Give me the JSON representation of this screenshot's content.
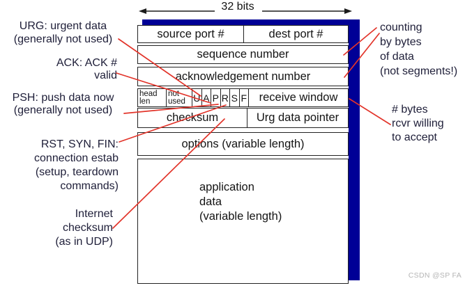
{
  "title_bits": "32 bits",
  "colors": {
    "shadow": "#000096",
    "connector": "#e2342a",
    "border": "#222222",
    "note-text": "#20203a",
    "watermark": "#b5b5b5"
  },
  "table": {
    "source_port": "source port #",
    "dest_port": "dest port #",
    "sequence": "sequence number",
    "acknowledgement": "acknowledgement number",
    "head_len_lines": [
      "head",
      "len"
    ],
    "not_used_lines": [
      "not",
      "used"
    ],
    "flags": [
      "U",
      "A",
      "P",
      "R",
      "S",
      "F"
    ],
    "receive_window": "receive window",
    "checksum": "checksum",
    "urg_pointer": "Urg data pointer",
    "options": "options (variable length)",
    "app_data_lines": [
      "application",
      "data",
      "(variable length)"
    ]
  },
  "annotations": {
    "urg": [
      "URG: urgent data",
      "(generally not used)"
    ],
    "ack": [
      "ACK: ACK #",
      "valid"
    ],
    "psh": [
      "PSH: push data now",
      "(generally not used)"
    ],
    "rst": [
      "RST, SYN, FIN:",
      "connection estab",
      "(setup, teardown",
      "commands)"
    ],
    "inet_checksum": [
      "Internet",
      "checksum",
      "(as in UDP)"
    ],
    "counting": [
      "counting",
      "by bytes",
      "of data",
      "(not segments!)"
    ],
    "rcvr": [
      "# bytes",
      "rcvr willing",
      "to accept"
    ]
  },
  "watermark": "CSDN @SP FA"
}
